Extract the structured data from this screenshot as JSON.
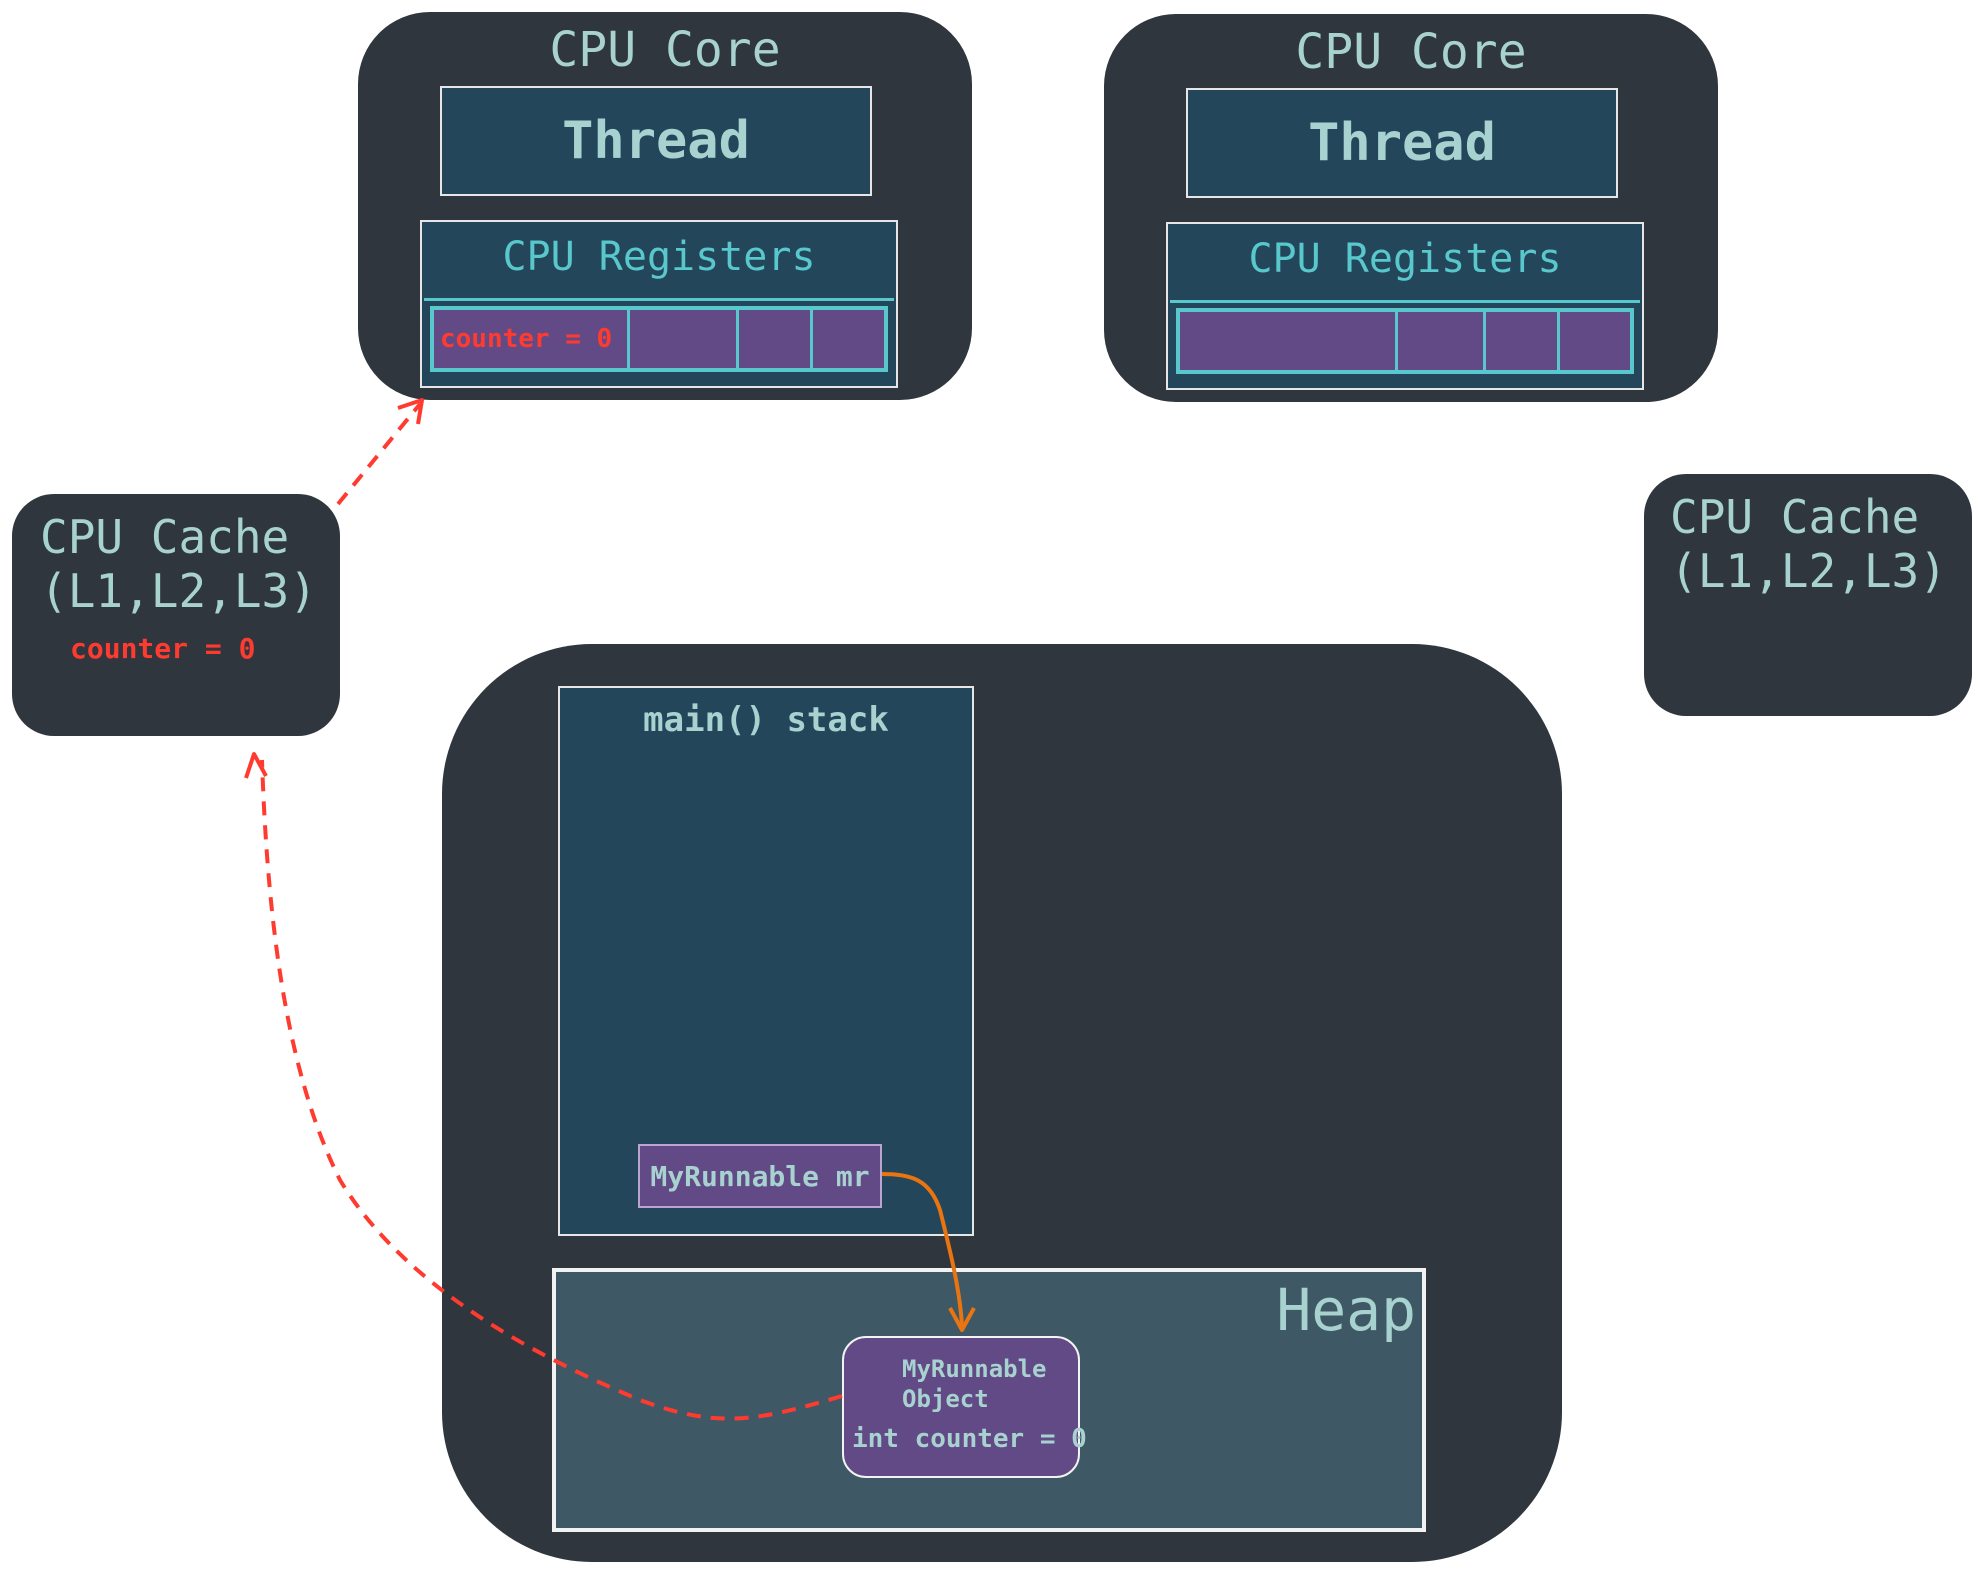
{
  "core_left": {
    "title": "CPU Core",
    "thread_label": "Thread",
    "registers_label": "CPU Registers",
    "registers": [
      "counter = 0",
      "",
      "",
      ""
    ]
  },
  "core_right": {
    "title": "CPU Core",
    "thread_label": "Thread",
    "registers_label": "CPU Registers",
    "registers": [
      "",
      "",
      "",
      ""
    ]
  },
  "cache_left": {
    "title": "CPU Cache\n(L1,L2,L3)",
    "value": "counter = 0"
  },
  "cache_right": {
    "title": "CPU Cache\n(L1,L2,L3)"
  },
  "stack": {
    "title": "main() stack",
    "variable": "MyRunnable mr"
  },
  "heap": {
    "title": "Heap",
    "object_title": "MyRunnable\nObject",
    "object_field": "int counter = 0"
  },
  "colors": {
    "panel": "#2f363e",
    "box": "#23465b",
    "heap": "#3f5866",
    "cell": "#624a86",
    "accent": "#59c8cc",
    "text": "#a8d2cf",
    "highlight": "#ff3b30",
    "reference_arrow": "#e87511"
  }
}
